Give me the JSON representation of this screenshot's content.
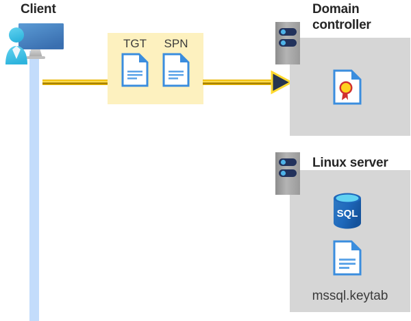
{
  "diagram": {
    "title_client": "Client",
    "title_domain_controller": "Domain\ncontroller",
    "title_linux_server": "Linux server",
    "colors": {
      "highlight_panel": "#fdf1bf",
      "server_box": "#d6d6d6",
      "lifeline": "#c3dcfb",
      "arrow_gold": "#e8b300",
      "arrow_head": "#26354f",
      "document_blue": "#3a8dde",
      "sql_blue": "#1f6fc4",
      "title_text": "#262626"
    },
    "client": {
      "label": "Client",
      "icon": "client-computer-icon"
    },
    "tokens": {
      "panel_name": "kerberos-token-panel",
      "items": [
        {
          "label": "TGT",
          "icon": "document-icon"
        },
        {
          "label": "SPN",
          "icon": "document-icon"
        }
      ]
    },
    "arrow": {
      "name": "client-to-domain-controller-arrow",
      "direction": "right"
    },
    "domain_controller": {
      "label": "Domain",
      "label_line2": "controller",
      "rack_icon": "server-rack-icon",
      "contents": [
        {
          "name": "certificate-icon",
          "label": ""
        }
      ]
    },
    "linux_server": {
      "label": "Linux server",
      "rack_icon": "server-rack-icon",
      "contents": [
        {
          "name": "sql-database-icon",
          "label": "SQL"
        },
        {
          "name": "keytab-document-icon",
          "label": "mssql.keytab"
        }
      ],
      "sql_text": "SQL",
      "keytab_filename": "mssql.keytab"
    }
  }
}
